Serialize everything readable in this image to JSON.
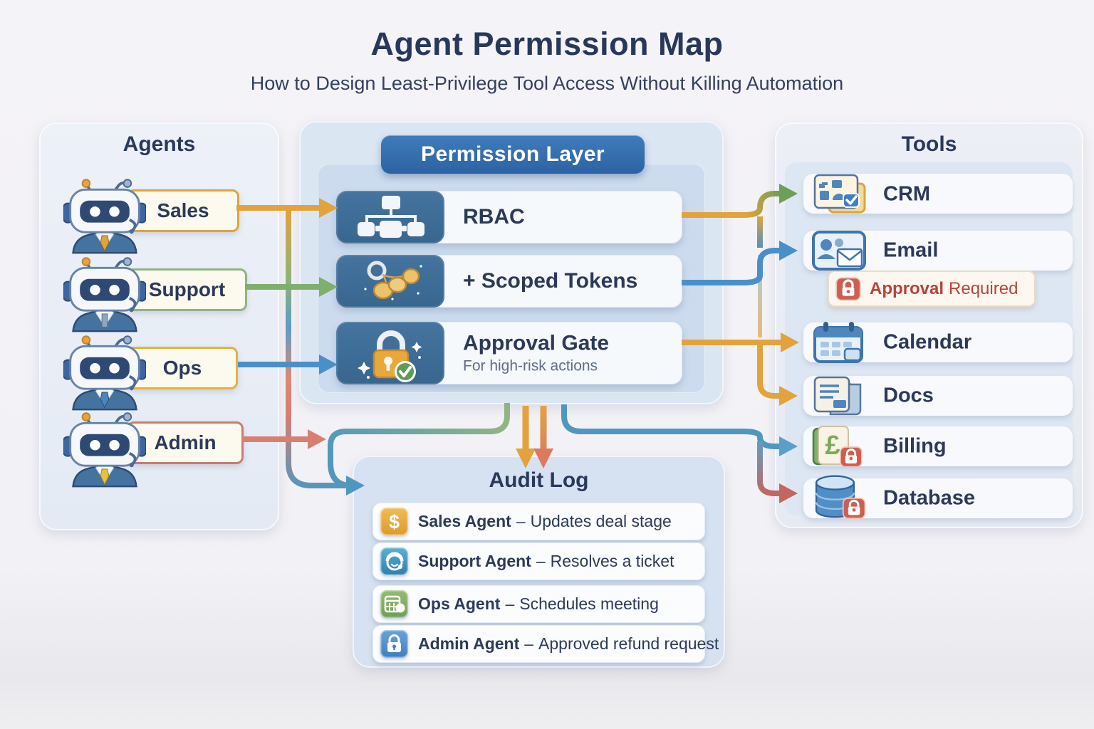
{
  "header": {
    "title": "Agent Permission Map",
    "subtitle": "How to Design Least-Privilege Tool Access Without Killing Automation"
  },
  "agents_panel": {
    "title": "Agents",
    "agents": [
      {
        "label": "Sales",
        "border_color": "#e2a33c",
        "tie_color": "#e2a33c",
        "arrow_color": "#e2a33c",
        "connects_to": "RBAC"
      },
      {
        "label": "Support",
        "border_color": "#8fb583",
        "tie_color": "#8ea7bd",
        "arrow_color": "#7fae6e",
        "connects_to": "+ Scoped Tokens"
      },
      {
        "label": "Ops",
        "border_color": "#e4b23c",
        "tie_color": "#4a86c0",
        "arrow_color": "#4a90c8",
        "connects_to": "Approval Gate"
      },
      {
        "label": "Admin",
        "border_color": "#cc7a72",
        "tie_color": "#e6c23e",
        "arrow_color": "#d97f70",
        "connects_to": "Audit Log"
      }
    ]
  },
  "permission_panel": {
    "title": "Permission Layer",
    "rows": [
      {
        "label": "RBAC",
        "icon": "org-chart-icon"
      },
      {
        "label": "+ Scoped Tokens",
        "icon": "tokens-icon"
      },
      {
        "label": "Approval Gate",
        "sublabel": "For high-risk actions",
        "icon": "lock-check-icon"
      }
    ]
  },
  "tools_panel": {
    "title": "Tools",
    "tools": [
      {
        "label": "CRM",
        "icon": "crm-icon"
      },
      {
        "label": "Email",
        "icon": "email-icon"
      },
      {
        "label": "Calendar",
        "icon": "calendar-icon"
      },
      {
        "label": "Docs",
        "icon": "docs-icon"
      },
      {
        "label": "Billing",
        "icon": "billing-lock-icon"
      },
      {
        "label": "Database",
        "icon": "database-lock-icon"
      }
    ],
    "email_badge": {
      "bold": "Approval",
      "regular": "Required",
      "icon": "red-lock-icon"
    }
  },
  "audit_panel": {
    "title": "Audit Log",
    "separator": "–",
    "entries": [
      {
        "agent": "Sales Agent",
        "action": "Updates deal stage",
        "icon": "dollar-icon"
      },
      {
        "agent": "Support Agent",
        "action": "Resolves a ticket",
        "icon": "headset-icon"
      },
      {
        "agent": "Ops Agent",
        "action": "Schedules meeting",
        "icon": "green-calendar-icon"
      },
      {
        "agent": "Admin Agent",
        "action": "Approved refund request",
        "icon": "blue-lock-icon"
      }
    ]
  },
  "icon_glyphs": {
    "dollar": "$",
    "pound": "£"
  },
  "colors": {
    "title_text": "#27385a",
    "page_bg": "#f2f1f5",
    "agents_panel_bg": "#e8edf6",
    "permission_panel_bg": "#dbe6f3",
    "permission_header_bg": "#2f6bab",
    "icon_block_bg": "#3d6fa3",
    "tools_panel_bg": "#e9edf5",
    "audit_panel_bg": "#d6e2f1",
    "arrow_orange": "#e2a33c",
    "arrow_green": "#7fae6e",
    "arrow_blue": "#4a90c8",
    "arrow_red": "#d97f70",
    "arrow_teal": "#4f97be",
    "badge_red_text": "#b5443c",
    "lock_badge_red": "#cd5f52"
  }
}
